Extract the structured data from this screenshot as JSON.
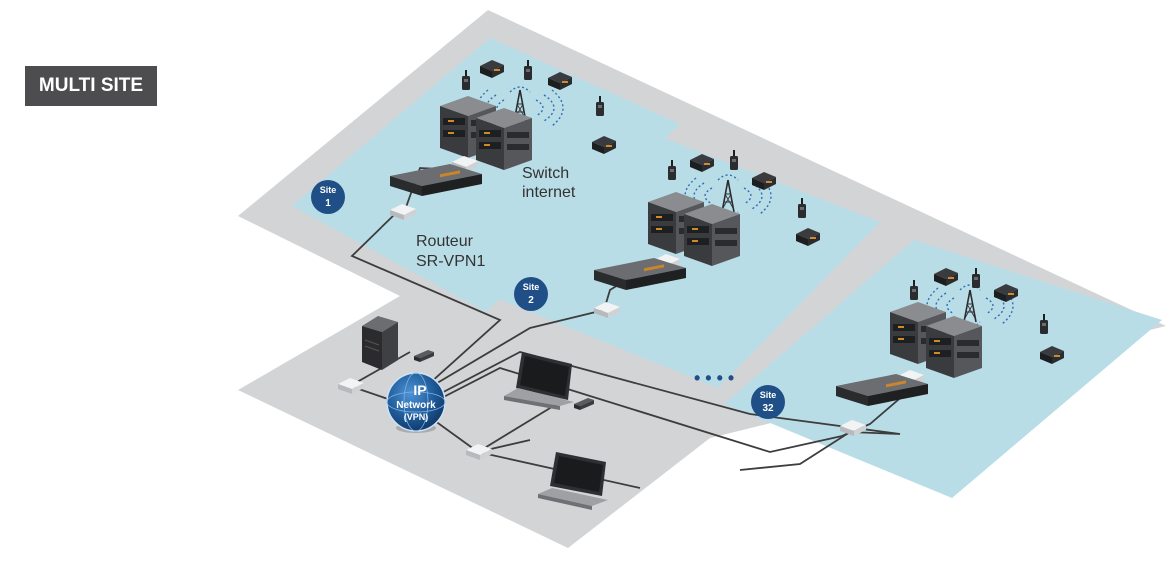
{
  "badge": {
    "label": "MULTI SITE"
  },
  "labels": {
    "switch_line1": "Switch",
    "switch_line2": "internet",
    "router_line1": "Routeur",
    "router_line2": "SR-VPN1",
    "ellipsis": "• • • •"
  },
  "sites": [
    {
      "line1": "Site",
      "line2": "1"
    },
    {
      "line1": "Site",
      "line2": "2"
    },
    {
      "line1": "Site",
      "line2": "32"
    }
  ],
  "network": {
    "line1": "IP",
    "line2": "Network",
    "line3": "(VPN)"
  },
  "colors": {
    "floor": "#d2d4d6",
    "site_panel": "#b9dde7",
    "badge": "#4d4d4f",
    "site_circle": "#1f4f86",
    "cable": "#3d3d3d",
    "globe": "#1e5a98",
    "device_dark": "#2b2b2d"
  },
  "icons": [
    "radio-tower-icon",
    "handheld-radio-icon",
    "mobile-radio-icon",
    "repeater-rack-icon",
    "router-icon",
    "network-switch-icon",
    "server-icon",
    "laptop-icon",
    "usb-dongle-icon",
    "globe-icon"
  ]
}
